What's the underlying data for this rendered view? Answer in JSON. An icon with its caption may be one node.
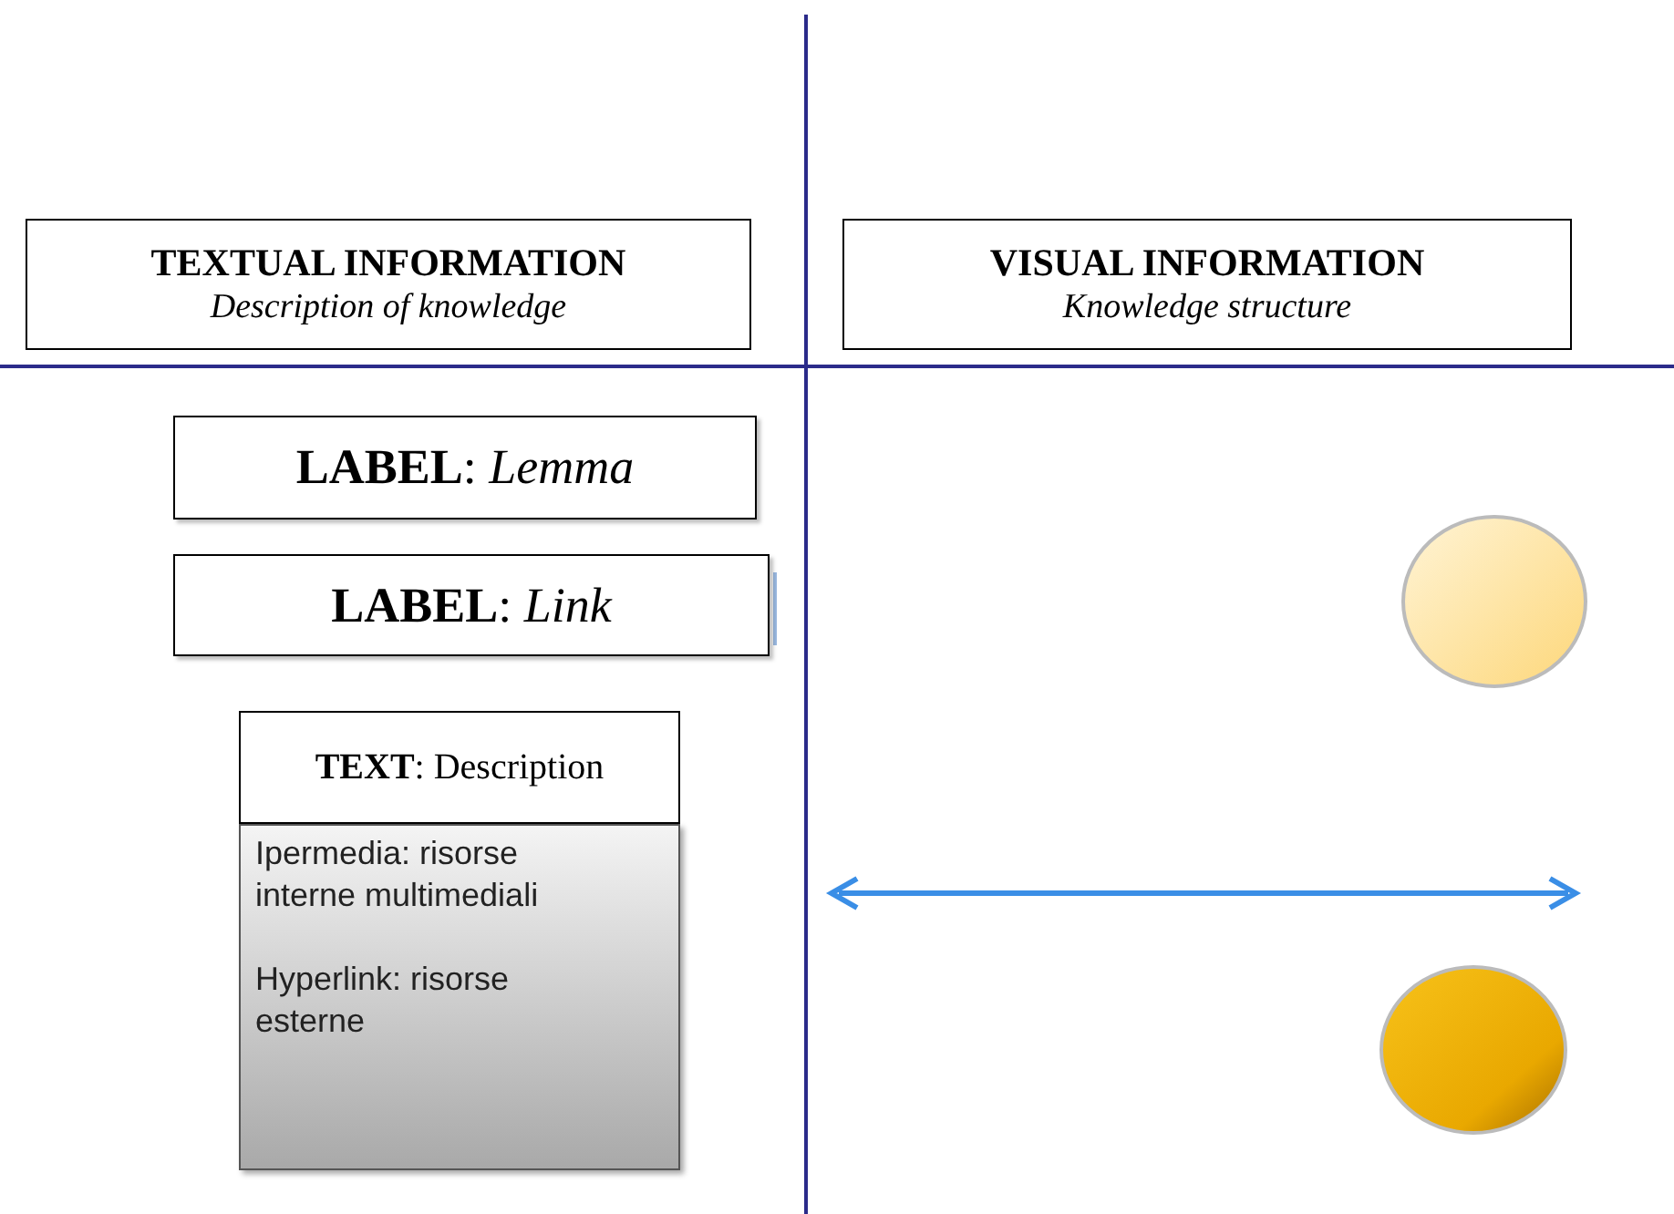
{
  "diagram": {
    "nodes": [
      {
        "text": [
          "TEXTUAL INFORMATION",
          "Description of knowledge"
        ]
      },
      {
        "text": [
          "VISUAL INFORMATION",
          "Knowledge structure"
        ]
      },
      {
        "text": [
          "**LABEL**: *Lemma*"
        ]
      },
      {
        "text": [
          "**LABEL**: *Link*"
        ]
      },
      {
        "text": [
          "**TEXT**: Description"
        ]
      },
      {
        "text": [
          "Ipermedia: risorse interne multimediali",
          "Hyperlink: risorse esterne"
        ]
      },
      {
        "text": [],
        "shape": "circle"
      },
      {
        "text": [],
        "shape": "circle"
      }
    ]
  }
}
